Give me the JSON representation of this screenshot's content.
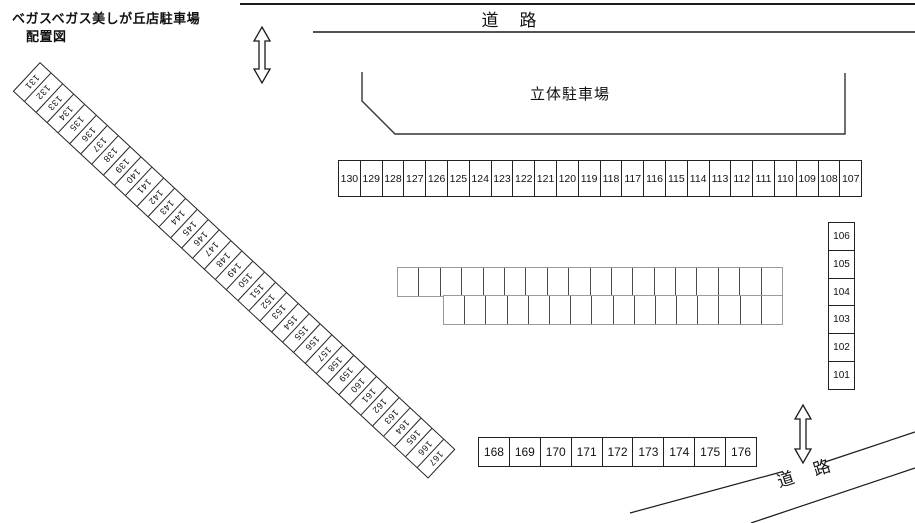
{
  "title": {
    "line1": "ベガスベガス美しが丘店駐車場",
    "line2": "配置図"
  },
  "roads": {
    "top_label": "道　路",
    "bottom_label": "道　路"
  },
  "garage": {
    "label": "立体駐車場"
  },
  "parking": {
    "diagonal_row": {
      "description": "angled row of spaces 131-167",
      "spaces": [
        "131",
        "132",
        "133",
        "134",
        "135",
        "136",
        "137",
        "138",
        "139",
        "140",
        "141",
        "142",
        "143",
        "144",
        "145",
        "146",
        "147",
        "148",
        "149",
        "150",
        "151",
        "152",
        "153",
        "154",
        "155",
        "156",
        "157",
        "158",
        "159",
        "160",
        "161",
        "162",
        "163",
        "164",
        "165",
        "166",
        "167"
      ]
    },
    "upper_row": {
      "description": "row of spaces below garage, numbered right-to-left 107-130",
      "spaces": [
        "130",
        "129",
        "128",
        "127",
        "126",
        "125",
        "124",
        "123",
        "122",
        "121",
        "120",
        "119",
        "118",
        "117",
        "116",
        "115",
        "114",
        "113",
        "112",
        "111",
        "110",
        "109",
        "108",
        "107"
      ]
    },
    "right_column": {
      "description": "vertical column at right edge",
      "spaces": [
        "106",
        "105",
        "104",
        "103",
        "102",
        "101"
      ]
    },
    "middle_grid": {
      "description": "two back-to-back rows of unnumbered spaces",
      "top_row_count": 18,
      "bottom_row_count": 16
    },
    "bottom_row": {
      "description": "row of spaces near bottom road",
      "spaces": [
        "168",
        "169",
        "170",
        "171",
        "172",
        "173",
        "174",
        "175",
        "176"
      ]
    }
  },
  "icons": {
    "top_arrow": "double-headed-vertical-arrow",
    "bottom_arrow": "double-headed-vertical-arrow"
  },
  "colors": {
    "line": "#1a1a1a",
    "grid_gray": "#9a9a9a",
    "background": "#ffffff"
  }
}
